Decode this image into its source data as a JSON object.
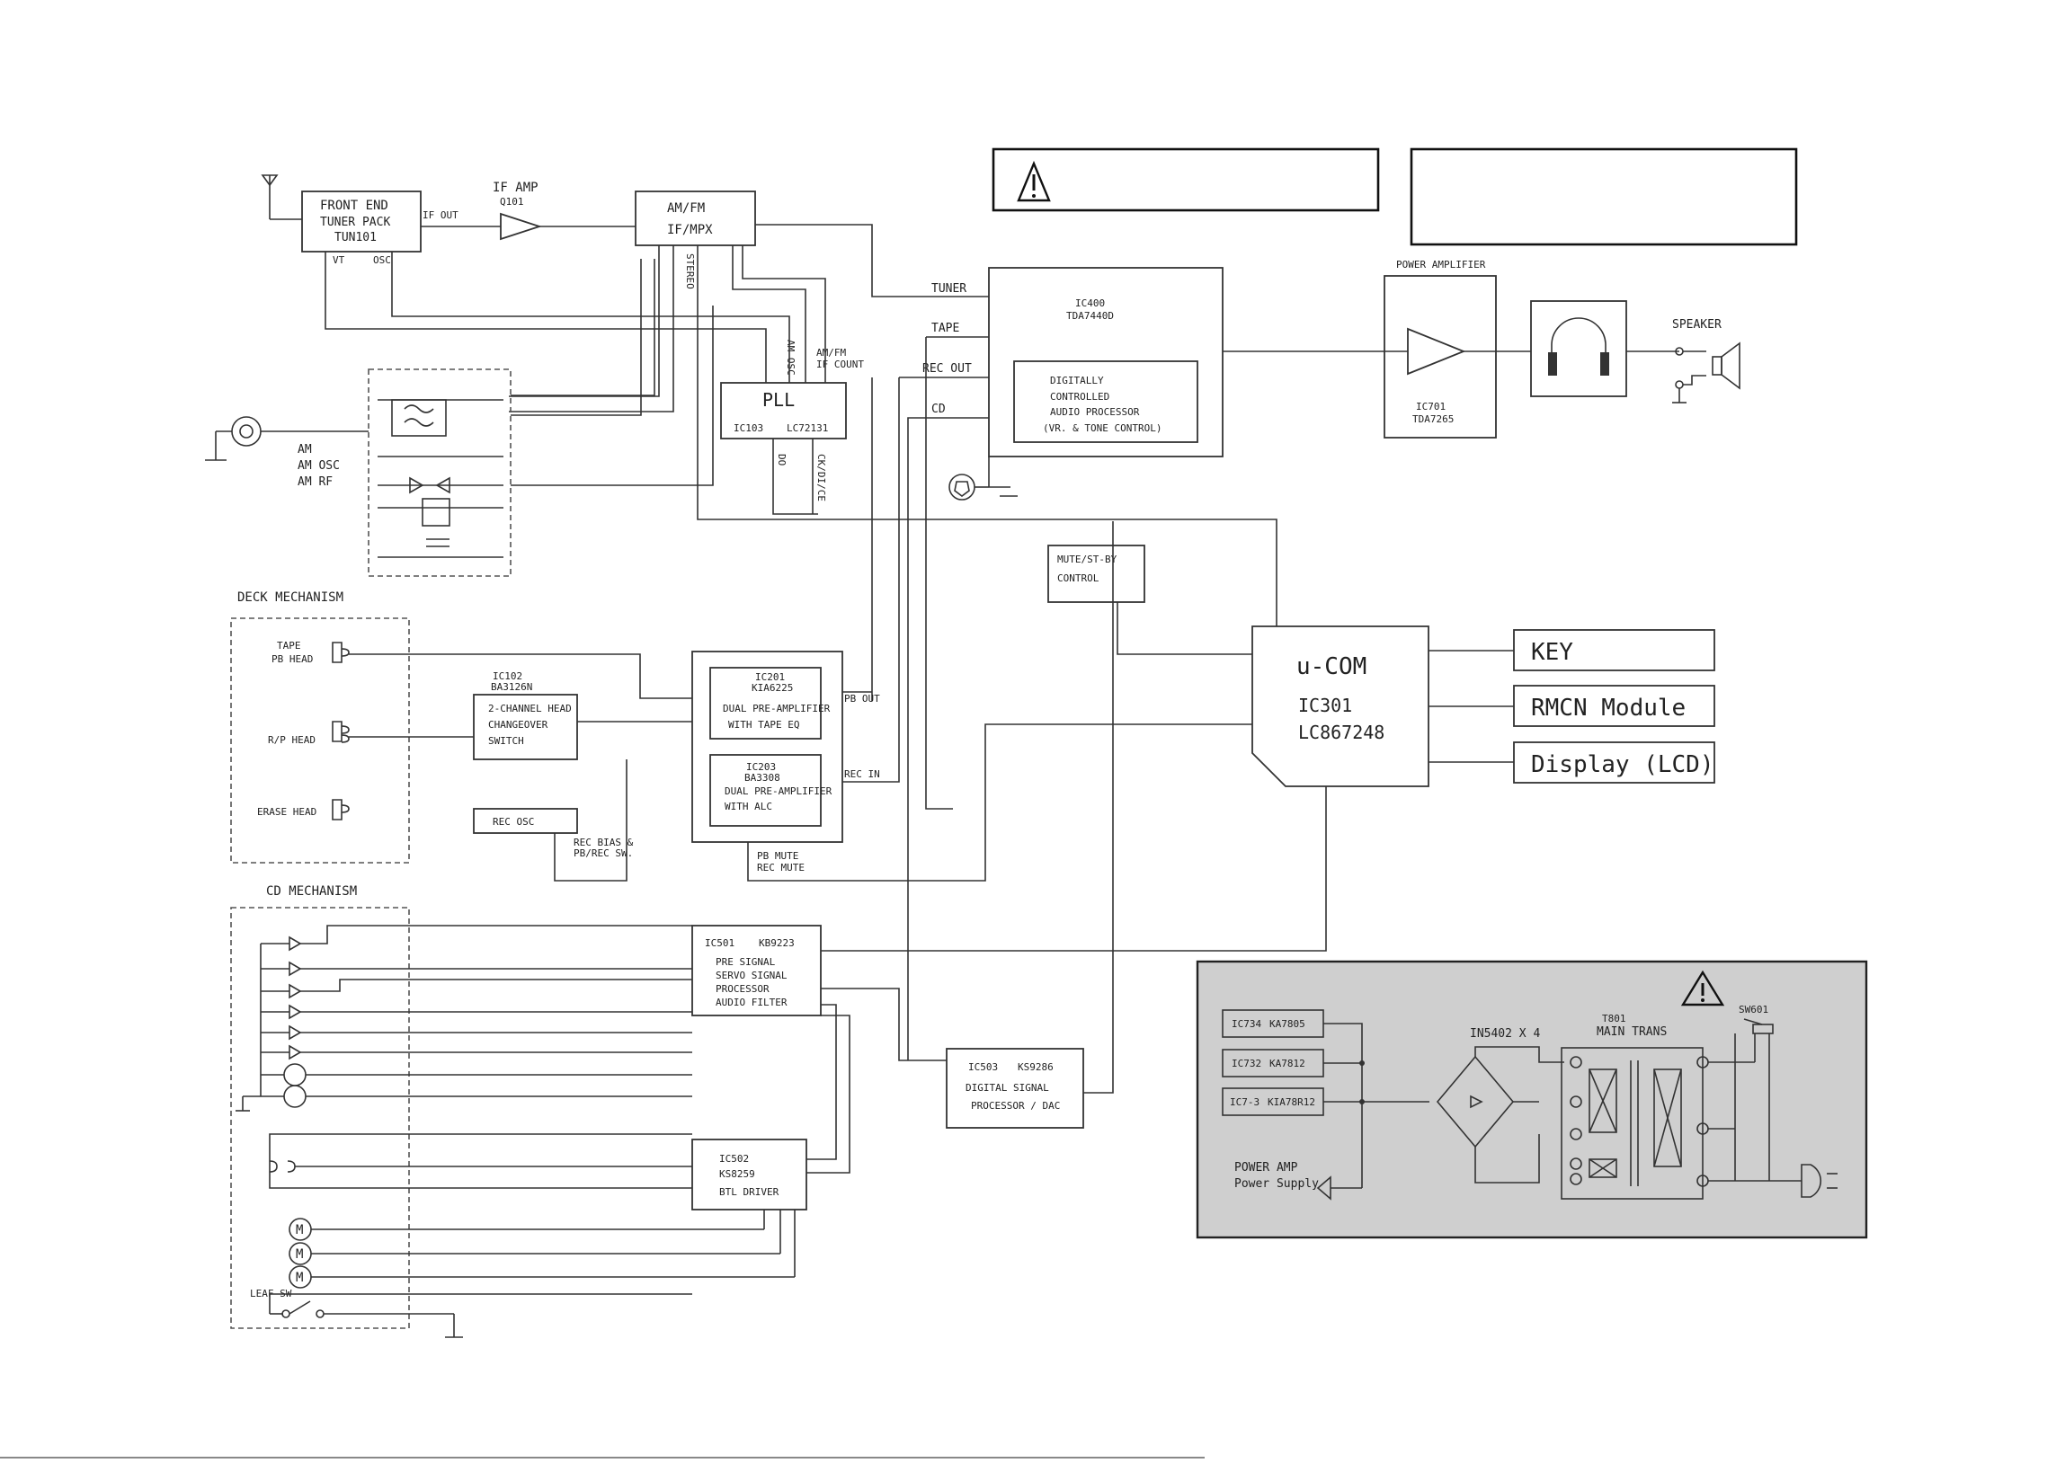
{
  "tuner": {
    "front_end": "FRONT END",
    "tuner_pack": "TUNER PACK",
    "tun": "TUN101",
    "if_out": "IF OUT",
    "vt": "VT",
    "osc": "OSC"
  },
  "if_amp": {
    "title": "IF AMP",
    "q": "Q101"
  },
  "amfm": {
    "line1": "AM/FM",
    "line2": "IF/MPX",
    "stereo": "STEREO",
    "am_osc": "AM OSC",
    "if_count": "AM/FM\nIF COUNT"
  },
  "pll": {
    "title": "PLL",
    "ic": "IC103",
    "part": "LC72131",
    "do": "DO",
    "ck": "CK/DI/CE"
  },
  "am_block": {
    "am": "AM",
    "am_osc": "AM OSC",
    "am_rf": "AM RF"
  },
  "audio_proc": {
    "ic": "IC400",
    "part": "TDA7440D",
    "l1": "DIGITALLY",
    "l2": "CONTROLLED",
    "l3": "AUDIO PROCESSOR",
    "l4": "(VR. & TONE CONTROL)",
    "tuner": "TUNER",
    "tape": "TAPE",
    "rec_out": "REC OUT",
    "cd": "CD"
  },
  "power_amp": {
    "title": "POWER AMPLIFIER",
    "ic": "IC701",
    "part": "TDA7265"
  },
  "speaker": "SPEAKER",
  "deck": {
    "title": "DECK MECHANISM",
    "tape": "TAPE",
    "pb_head": "PB HEAD",
    "rp_head": "R/P HEAD",
    "erase_head": "ERASE HEAD",
    "ic102": "IC102",
    "ic102_part": "BA3126N",
    "hc1": "2-CHANNEL HEAD",
    "hc2": "CHANGEOVER",
    "hc3": "SWITCH",
    "rec_osc": "REC OSC",
    "rec_bias1": "REC BIAS &",
    "rec_bias2": "PB/REC SW.",
    "ic201": "IC201",
    "ic201_part": "KIA6225",
    "pre1": "DUAL PRE-AMPLIFIER",
    "pre2": "WITH TAPE EQ",
    "ic203": "IC203",
    "ic203_part": "BA3308",
    "pre3": "DUAL PRE-AMPLIFIER",
    "pre4": "WITH ALC",
    "pb_out": "PB OUT",
    "rec_in": "REC IN",
    "pb_mute": "PB MUTE",
    "rec_mute": "REC MUTE"
  },
  "mute": {
    "l1": "MUTE/ST-BY",
    "l2": "CONTROL"
  },
  "ucom": {
    "title": "u-COM",
    "ic": "IC301",
    "part": "LC867248"
  },
  "right_boxes": {
    "key": "KEY",
    "rmcn": "RMCN Module",
    "display": "Display (LCD)"
  },
  "cd": {
    "title": "CD MECHANISM",
    "ic501": "IC501",
    "ic501_part": "KB9223",
    "s1": "PRE SIGNAL",
    "s2": "SERVO SIGNAL",
    "s3": "PROCESSOR",
    "s4": "AUDIO FILTER",
    "ic502": "IC502",
    "ic502_part": "KS8259",
    "btl": "BTL DRIVER",
    "ic503": "IC503",
    "ic503_part": "KS9286",
    "d1": "DIGITAL SIGNAL",
    "d2": "PROCESSOR / DAC",
    "leaf": "LEAF SW",
    "motor": "M"
  },
  "power": {
    "ic734": "IC734",
    "ic734_part": "KA7805",
    "ic732": "IC732",
    "ic732_part": "KA7812",
    "ic73": "IC7-3",
    "ic73_part": "KIA78R12",
    "diode": "IN5402 X 4",
    "t801": "T801",
    "main_trans": "MAIN TRANS",
    "sw": "SW601",
    "pa1": "POWER AMP",
    "pa2": "Power Supply"
  },
  "colors": {
    "power_bg": "#cfcfcf",
    "line": "#333333"
  }
}
